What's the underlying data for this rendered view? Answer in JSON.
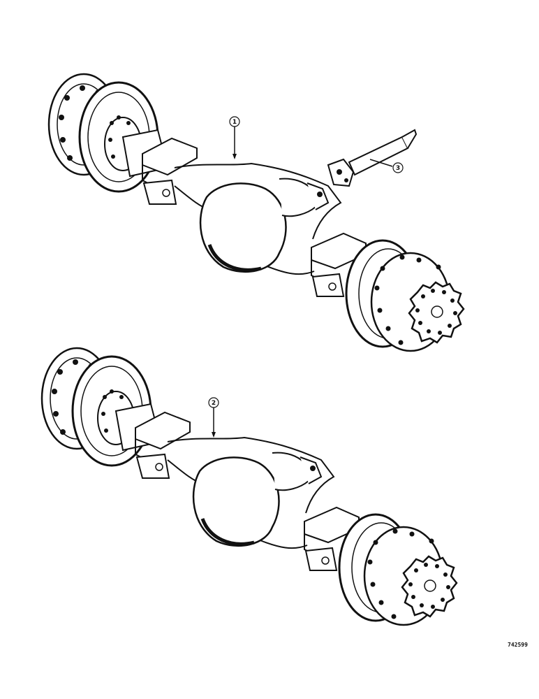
{
  "callouts": [
    {
      "label": "1"
    },
    {
      "label": "2"
    },
    {
      "label": "3"
    }
  ],
  "figure_id": "742599"
}
